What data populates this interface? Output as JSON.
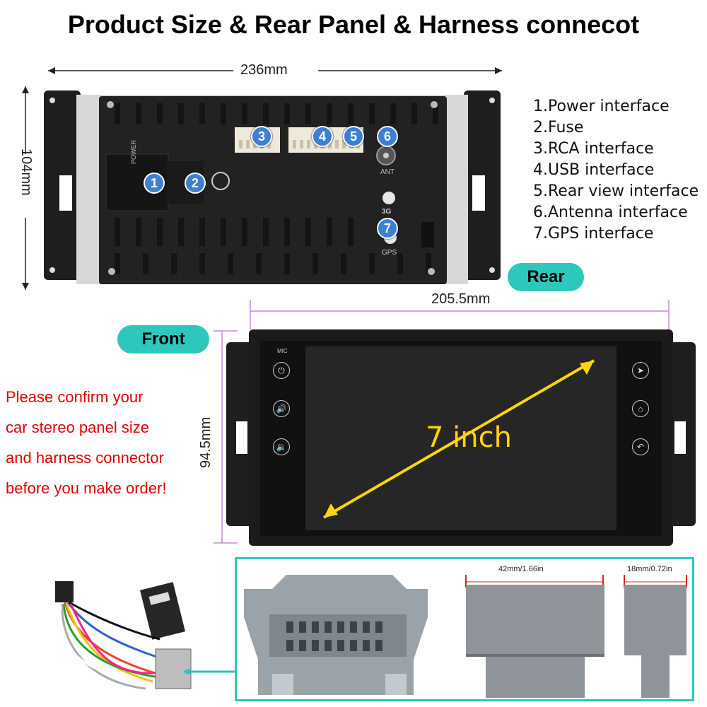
{
  "title": "Product Size & Rear Panel & Harness connecot",
  "dimensions": {
    "rear_width": "236mm",
    "rear_height": "104mm",
    "front_width": "205.5mm",
    "front_height": "94.5mm",
    "screen_size": "7 inch"
  },
  "rear_panel": {
    "label": "Rear",
    "markings": {
      "power": "POWER",
      "ant": "ANT",
      "3g": "3G",
      "gps": "GPS"
    },
    "badges": [
      "1",
      "2",
      "3",
      "4",
      "5",
      "6",
      "7"
    ]
  },
  "legend": [
    "1.Power interface",
    "2.Fuse",
    "3.RCA interface",
    "4.USB interface",
    "5.Rear view interface",
    "6.Antenna interface",
    "7.GPS interface"
  ],
  "front_panel": {
    "label": "Front",
    "mic_label": "MIC"
  },
  "warning": [
    "Please confirm your",
    "car stereo panel size",
    "and harness connector",
    "before you make order!"
  ],
  "connector": {
    "width_label": "42mm/1.66in",
    "depth_label": "18mm/0.72in"
  },
  "colors": {
    "accent": "#2ec7bd",
    "warning_text": "#e00000",
    "badge": "#3d7fd3",
    "arrow": "#ffd600",
    "dimension_line": "#c98ad6"
  }
}
